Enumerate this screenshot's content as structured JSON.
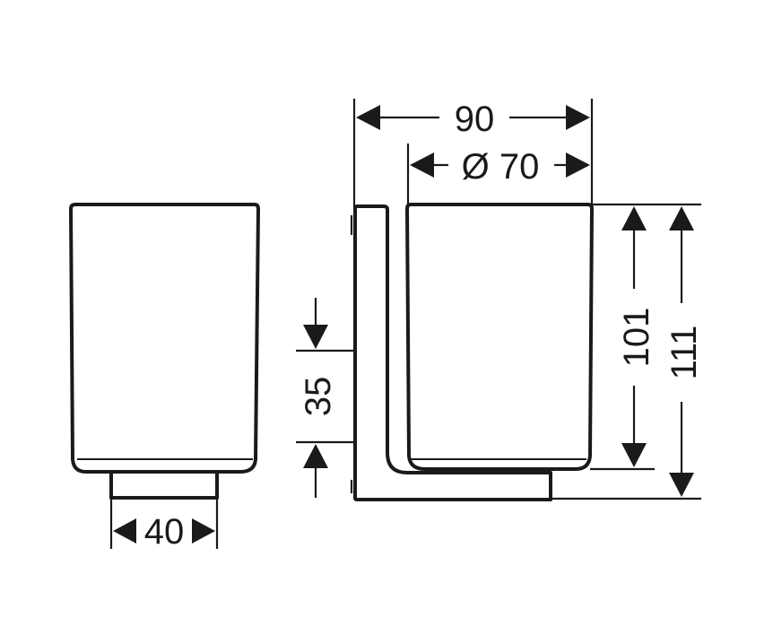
{
  "dimensions": {
    "base_width": "40",
    "overall_width": "90",
    "diameter": "Ø 70",
    "mount_height": "35",
    "cup_height": "101",
    "overall_height": "111"
  },
  "colors": {
    "line": "#1a1a1a",
    "background": "#ffffff"
  }
}
